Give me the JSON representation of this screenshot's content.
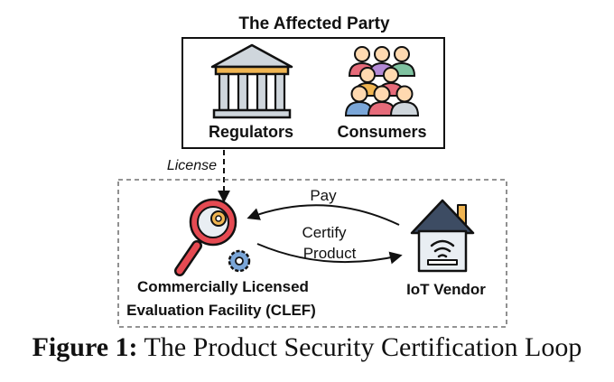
{
  "affected_party": {
    "title": "The Affected Party",
    "regulators_label": "Regulators",
    "consumers_label": "Consumers"
  },
  "edges": {
    "license_label": "License",
    "pay_label": "Pay",
    "certify_label_line1": "Certify",
    "certify_label_line2": "Product"
  },
  "clef": {
    "label_line1": "Commercially Licensed",
    "label_line2": "Evaluation Facility (CLEF)"
  },
  "vendor": {
    "label": "IoT Vendor"
  },
  "caption": {
    "prefix": "Figure 1:",
    "text": "The Product Security Certification Loop"
  },
  "icons": {
    "regulators": "government-building-icon",
    "consumers": "people-group-icon",
    "clef": "magnifier-gears-icon",
    "vendor": "smart-home-wifi-icon"
  }
}
